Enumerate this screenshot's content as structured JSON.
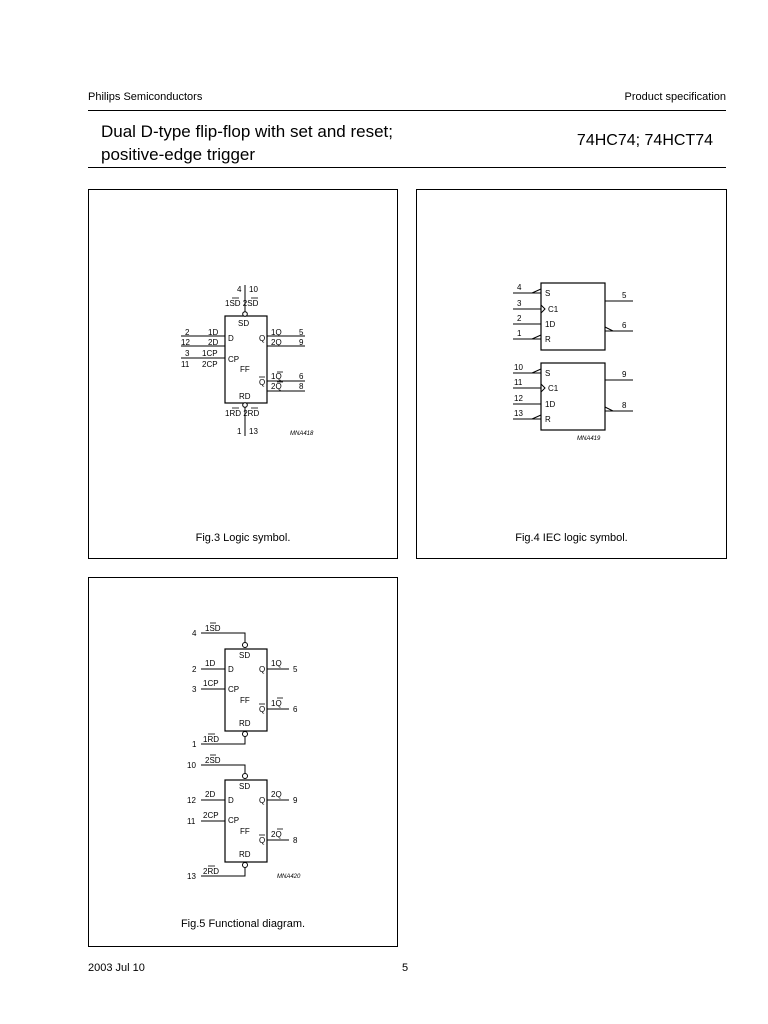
{
  "header": {
    "company": "Philips Semiconductors",
    "doc_type": "Product specification"
  },
  "title": {
    "line1": "Dual D-type flip-flop with set and reset;",
    "line2": "positive-edge trigger",
    "part_number": "74HC74; 74HCT74"
  },
  "fig3": {
    "caption": "Fig.3  Logic symbol.",
    "ref": "MNA418",
    "pins": {
      "top": "4",
      "top2": "10",
      "bottom": "1",
      "bottom2": "13",
      "d1": "2",
      "d2": "12",
      "cp1": "3",
      "cp2": "11",
      "q1": "5",
      "q2": "9",
      "qb1": "6",
      "qb2": "8"
    },
    "labels": {
      "sd_in": "1SD  2SD",
      "rd_in": "1RD  2RD",
      "d1": "1D",
      "d2": "2D",
      "cp1": "1CP",
      "cp2": "2CP",
      "q1": "1Q",
      "q2": "2Q",
      "qb1": "1Q",
      "qb2": "2Q",
      "box_sd": "SD",
      "box_d": "D",
      "box_cp": "CP",
      "box_ff": "FF",
      "box_rd": "RD",
      "box_q": "Q",
      "box_qb": "Q"
    }
  },
  "fig4": {
    "caption": "Fig.4  IEC logic symbol.",
    "ref": "MNA419",
    "block1": {
      "pins_in": [
        "4",
        "3",
        "2",
        "1"
      ],
      "pins_out": [
        "5",
        "6"
      ],
      "labels": [
        "S",
        "C1",
        "1D",
        "R"
      ]
    },
    "block2": {
      "pins_in": [
        "10",
        "11",
        "12",
        "13"
      ],
      "pins_out": [
        "9",
        "8"
      ],
      "labels": [
        "S",
        "C1",
        "1D",
        "R"
      ]
    }
  },
  "fig5": {
    "caption": "Fig.5  Functional diagram.",
    "ref": "MNA420",
    "ff1": {
      "pins": {
        "sd": "4",
        "d": "2",
        "cp": "3",
        "rd": "1",
        "q": "5",
        "qb": "6"
      },
      "ext": {
        "sd": "1SD",
        "d": "1D",
        "cp": "1CP",
        "rd": "1RD",
        "q": "1Q",
        "qb": "1Q"
      }
    },
    "ff2": {
      "pins": {
        "sd": "10",
        "d": "12",
        "cp": "11",
        "rd": "13",
        "q": "9",
        "qb": "8"
      },
      "ext": {
        "sd": "2SD",
        "d": "2D",
        "cp": "2CP",
        "rd": "2RD",
        "q": "2Q",
        "qb": "2Q"
      }
    },
    "box": {
      "sd": "SD",
      "d": "D",
      "cp": "CP",
      "ff": "FF",
      "rd": "RD",
      "q": "Q",
      "qb": "Q"
    }
  },
  "footer": {
    "date": "2003 Jul 10",
    "page": "5"
  }
}
